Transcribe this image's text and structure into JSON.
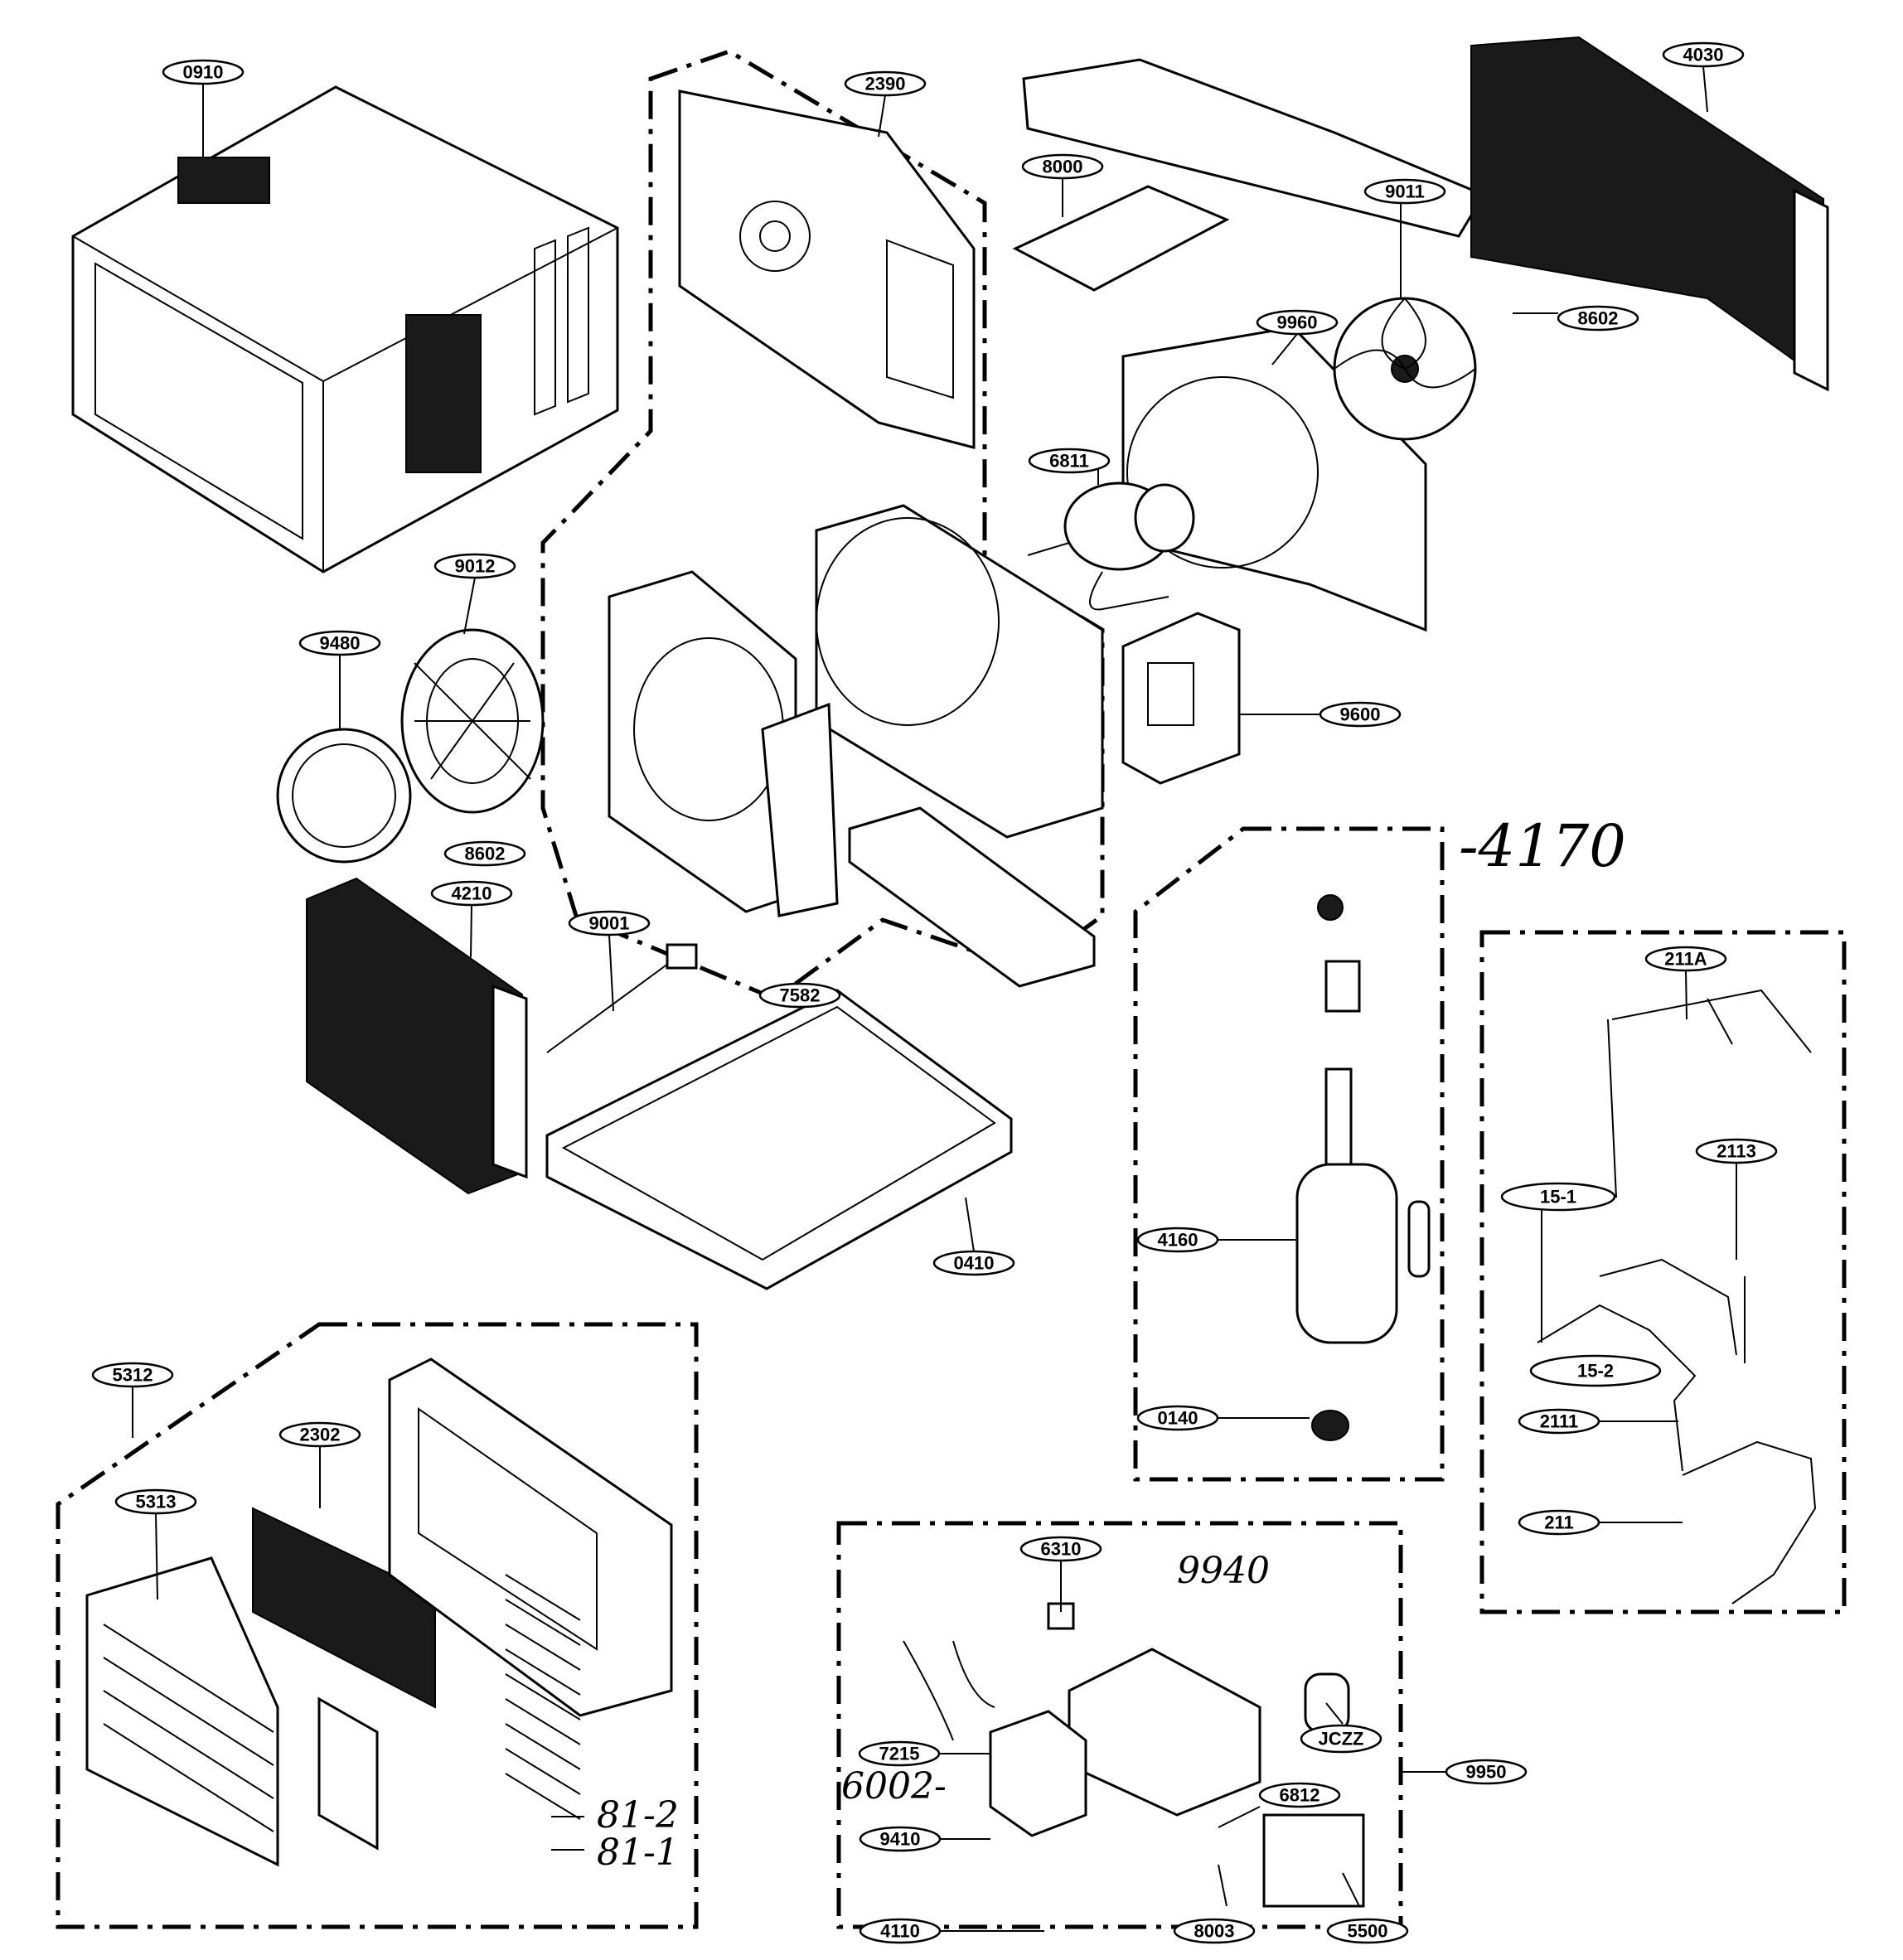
{
  "colors": {
    "ink": "#000000",
    "paper": "#ffffff"
  },
  "labels": {
    "p0910": "0910",
    "p2390": "2390",
    "p8000": "8000",
    "p4030": "4030",
    "p9011": "9011",
    "p9960": "9960",
    "p8602a": "8602",
    "p6811": "6811",
    "p9012": "9012",
    "p9480": "9480",
    "p8602b": "8602",
    "p9600": "9600",
    "p4210": "4210",
    "p9001": "9001",
    "p7582": "7582",
    "p0410": "0410",
    "p211A": "211A",
    "p2113": "2113",
    "p15_1": "15-1",
    "p15_2": "15-2",
    "p2111": "2111",
    "p211": "211",
    "p4160": "4160",
    "p0140": "0140",
    "p5312": "5312",
    "p2302": "2302",
    "p5313": "5313",
    "p6310": "6310",
    "p7215": "7215",
    "p9410": "9410",
    "p4110": "4110",
    "p6812": "6812",
    "p8003": "8003",
    "p5500": "5500",
    "pJCZZ": "JCZZ",
    "p9950": "9950"
  },
  "handwritten": {
    "h4170": "-4170",
    "h9940": "9940",
    "h6002": "6002-",
    "h81_2": "81-2",
    "h81_1": "81-1"
  }
}
